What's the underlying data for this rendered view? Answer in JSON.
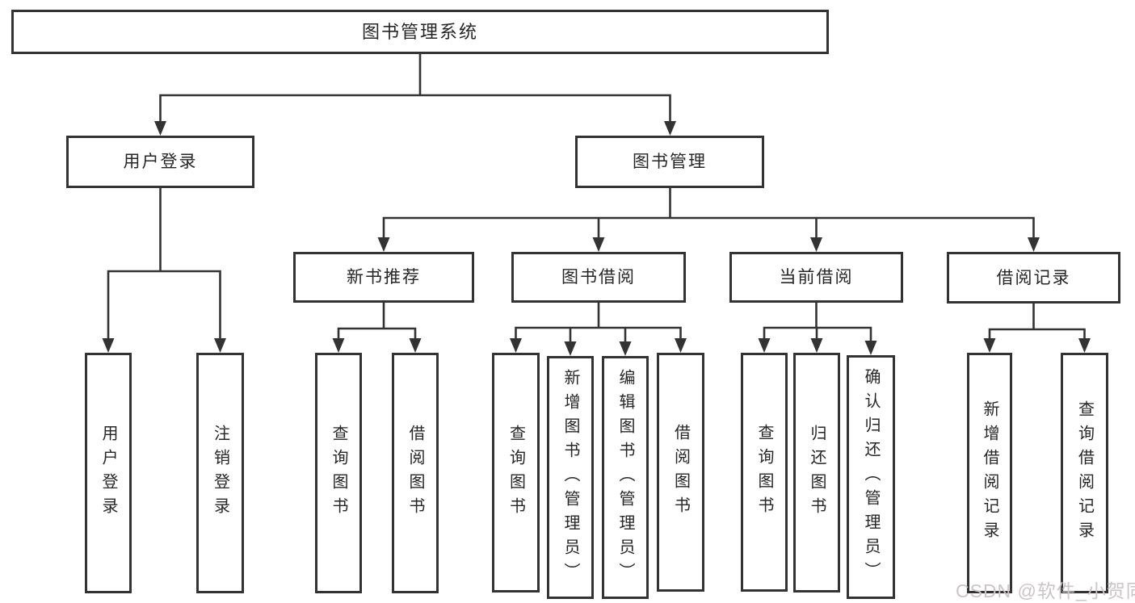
{
  "diagram_title": "图书管理系统",
  "colors": {
    "line": "#333333",
    "box_border": "#333333",
    "box_background": "#ffffff",
    "text": "#262626",
    "watermark": "#cbc4c9"
  },
  "root": {
    "label": "图书管理系统"
  },
  "branches": {
    "user_login": {
      "label": "用户登录",
      "children": [
        {
          "label": "用户登录"
        },
        {
          "label": "注销登录"
        }
      ]
    },
    "book_mgmt": {
      "label": "图书管理",
      "sections": [
        {
          "label": "新书推荐",
          "children": [
            {
              "label": "查询图书"
            },
            {
              "label": "借阅图书"
            }
          ]
        },
        {
          "label": "图书借阅",
          "children": [
            {
              "label": "查询图书"
            },
            {
              "label": "新增图书（管理员）"
            },
            {
              "label": "编辑图书（管理员）"
            },
            {
              "label": "借阅图书"
            }
          ]
        },
        {
          "label": "当前借阅",
          "children": [
            {
              "label": "查询图书"
            },
            {
              "label": "归还图书"
            },
            {
              "label": "确认归还（管理员）"
            }
          ]
        },
        {
          "label": "借阅记录",
          "children": [
            {
              "label": "新增借阅记录"
            },
            {
              "label": "查询借阅记录"
            }
          ]
        }
      ]
    }
  },
  "watermark": {
    "text": "CSDN @软件_小贺同学"
  }
}
